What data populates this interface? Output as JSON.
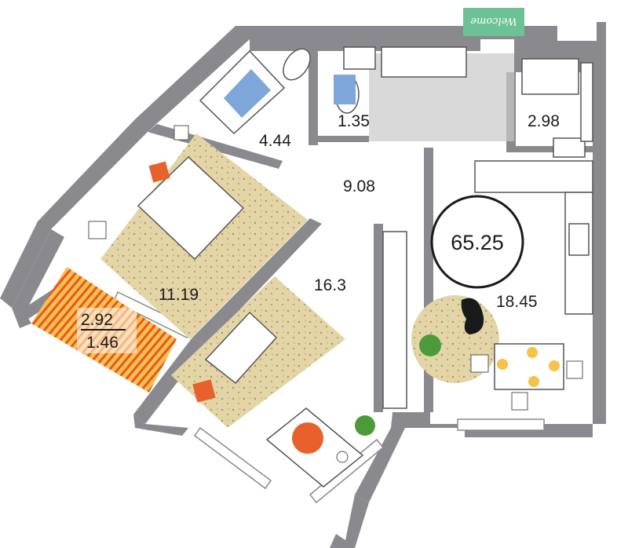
{
  "plan": {
    "total_area": "65.25",
    "rooms": [
      {
        "id": "bathroom",
        "area": "4.44"
      },
      {
        "id": "wc",
        "area": "1.35"
      },
      {
        "id": "wardrobe",
        "area": "2.98"
      },
      {
        "id": "hallway",
        "area": "9.08"
      },
      {
        "id": "bedroom",
        "area": "11.19"
      },
      {
        "id": "living",
        "area": "16.3"
      },
      {
        "id": "kitchen",
        "area": "18.45"
      }
    ],
    "balcony": {
      "area_full": "2.92",
      "area_reduced": "1.46"
    },
    "doormat_text": "Welcome",
    "colors": {
      "wall": "#8a8a8e",
      "rug": "#e3d5a6",
      "balcony": "#f2a63a",
      "accent": "#e8602c",
      "door_sign": "#6cc294"
    }
  }
}
